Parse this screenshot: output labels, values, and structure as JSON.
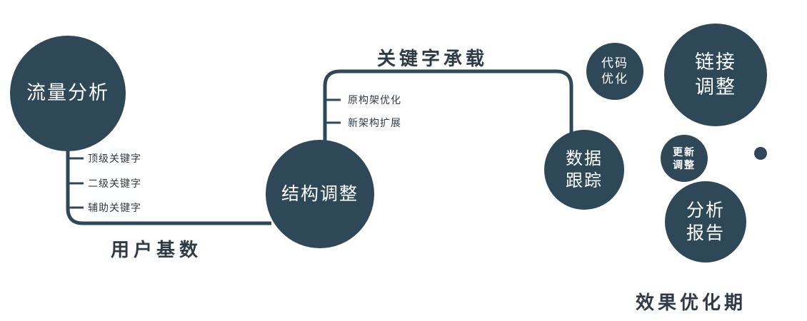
{
  "diagram": {
    "nodes": {
      "traffic": {
        "label": "流量分析"
      },
      "structure": {
        "label": "结构调整"
      },
      "data_tracking": {
        "label": "数据\n跟踪"
      },
      "code_opt": {
        "label": "代码\n优化"
      },
      "link_adjust": {
        "label": "链接\n调整"
      },
      "update_adjust": {
        "label": "更新\n调整"
      },
      "report": {
        "label": "分析\n报告"
      }
    },
    "edge_labels": {
      "user_base": "用户基数",
      "keyword_carry": "关键字承载",
      "effect_period": "效果优化期"
    },
    "branch1_ticks": [
      "顶级关键字",
      "二级关键字",
      "辅助关键字"
    ],
    "branch2_ticks": [
      "原构架优化",
      "新架构扩展"
    ],
    "colors": {
      "node_fill": "#2f4858",
      "line": "#2f4858",
      "text_dark": "#2e3b47",
      "text_light": "#ffffff"
    }
  }
}
